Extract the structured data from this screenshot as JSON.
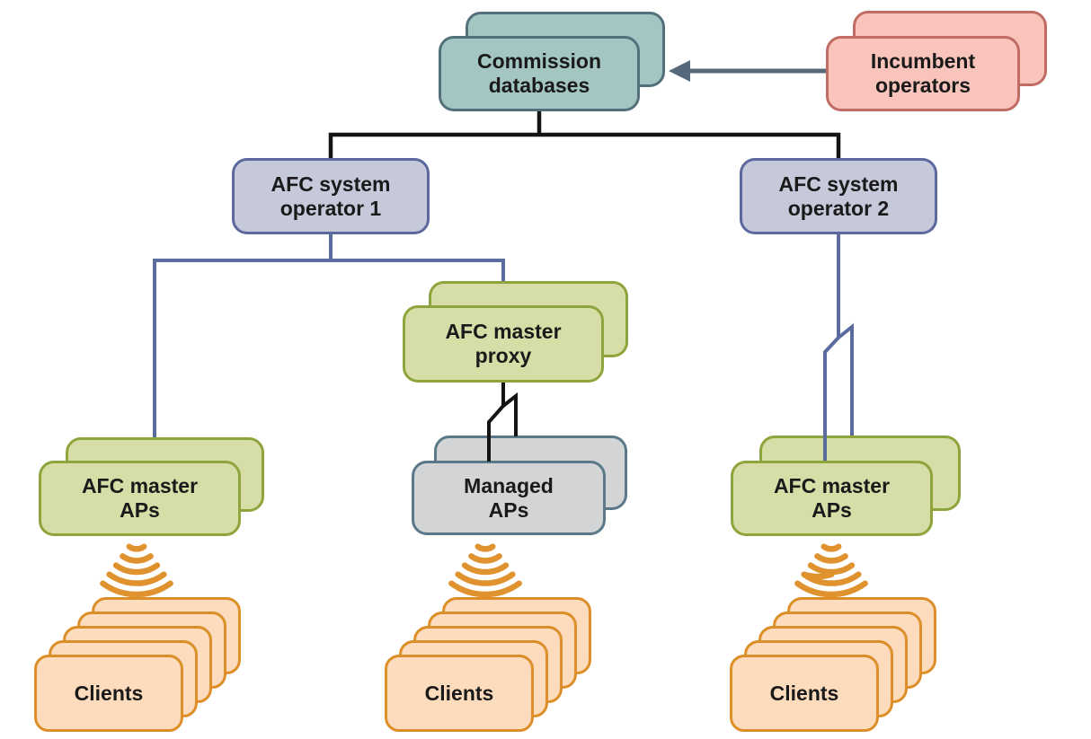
{
  "nodes": {
    "commission_databases": {
      "label": "Commission\ndatabases"
    },
    "incumbent_operators": {
      "label": "Incumbent\noperators"
    },
    "afc_operator_1": {
      "label": "AFC system\noperator 1"
    },
    "afc_operator_2": {
      "label": "AFC system\noperator 2"
    },
    "afc_master_proxy": {
      "label": "AFC master\nproxy"
    },
    "afc_master_aps_left": {
      "label": "AFC master\nAPs"
    },
    "managed_aps": {
      "label": "Managed\nAPs"
    },
    "afc_master_aps_right": {
      "label": "AFC master\nAPs"
    },
    "clients_left": {
      "label": "Clients"
    },
    "clients_middle": {
      "label": "Clients"
    },
    "clients_right": {
      "label": "Clients"
    }
  },
  "colors": {
    "teal_fill": "#a3c6c2",
    "teal_border": "#54707b",
    "pink_fill": "#f9c4bb",
    "pink_border": "#c06b63",
    "purple_fill": "#c6c9da",
    "purple_border": "#5c689e",
    "olive_fill": "#d6dda6",
    "olive_border": "#8da53c",
    "gray_fill": "#d2d4d6",
    "gray_border": "#5a7888",
    "orange_fill": "#fcdcbc",
    "orange_border": "#dc8f28",
    "wifi_color": "#e0922e",
    "connector_blue": "#5b6b9e",
    "connector_black": "#141414",
    "arrow_color": "#56697a",
    "text_color": "#1a1a1a"
  }
}
